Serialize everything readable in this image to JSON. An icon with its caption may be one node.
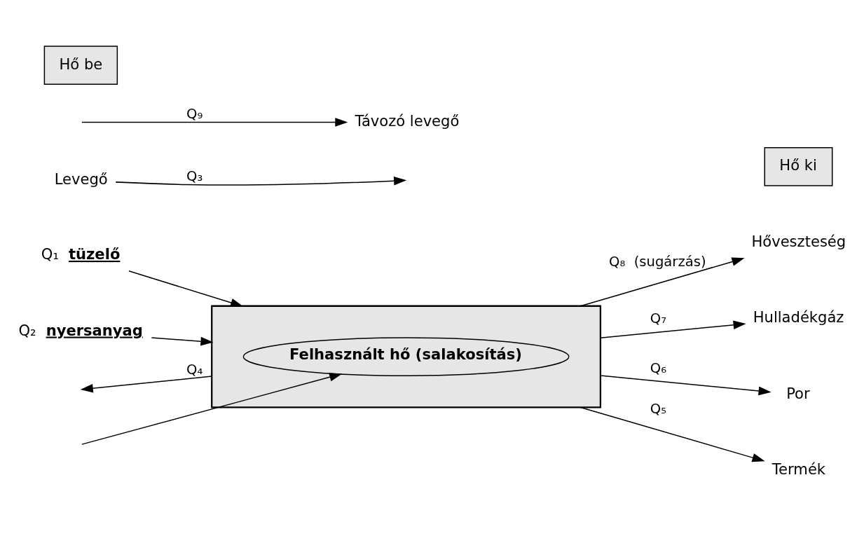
{
  "diagram": {
    "nodes": [
      {
        "text": [],
        "shape": "box"
      },
      {
        "text": [
          "Felhasznált hő (salakosítás)"
        ],
        "in": 0
      },
      {
        "text": [
          "Levegő"
        ]
      },
      {
        "text": [
          "Q₁",
          "tüzelő"
        ]
      },
      {
        "text": [
          "Q₂",
          "nyersanyag"
        ]
      },
      {
        "text": [
          "Hőveszteség"
        ]
      },
      {
        "text": [
          "Hulladékgáz"
        ]
      },
      {
        "text": [
          "Por"
        ]
      },
      {
        "text": [
          "Termék"
        ]
      },
      {
        "text": [
          "Távozó levegő"
        ]
      },
      {
        "text": [
          "Hő be"
        ]
      },
      {
        "text": [
          "Hő ki"
        ]
      }
    ],
    "edges": [
      {
        "from": 2,
        "to": null,
        "arrow": "to",
        "label": "Q₃"
      },
      {
        "from": 3,
        "to": 0,
        "arrow": "to"
      },
      {
        "from": 4,
        "to": 0,
        "arrow": "to"
      },
      {
        "from": 0,
        "to": 5,
        "arrow": "to",
        "label": "Q₈  (sugárzás)"
      },
      {
        "from": 0,
        "to": null,
        "arrow": "to",
        "label": "Q₄"
      },
      {
        "from": 0,
        "to": 6,
        "arrow": "to",
        "label": "Q₇"
      },
      {
        "from": null,
        "to": 1,
        "arrow": "to"
      },
      {
        "from": 0,
        "to": 7,
        "arrow": "to",
        "label": "Q₆"
      },
      {
        "from": 0,
        "to": 8,
        "arrow": "to",
        "label": "Q₅"
      },
      {
        "from": null,
        "to": 9,
        "arrow": "to",
        "label": "Q₉"
      }
    ]
  }
}
